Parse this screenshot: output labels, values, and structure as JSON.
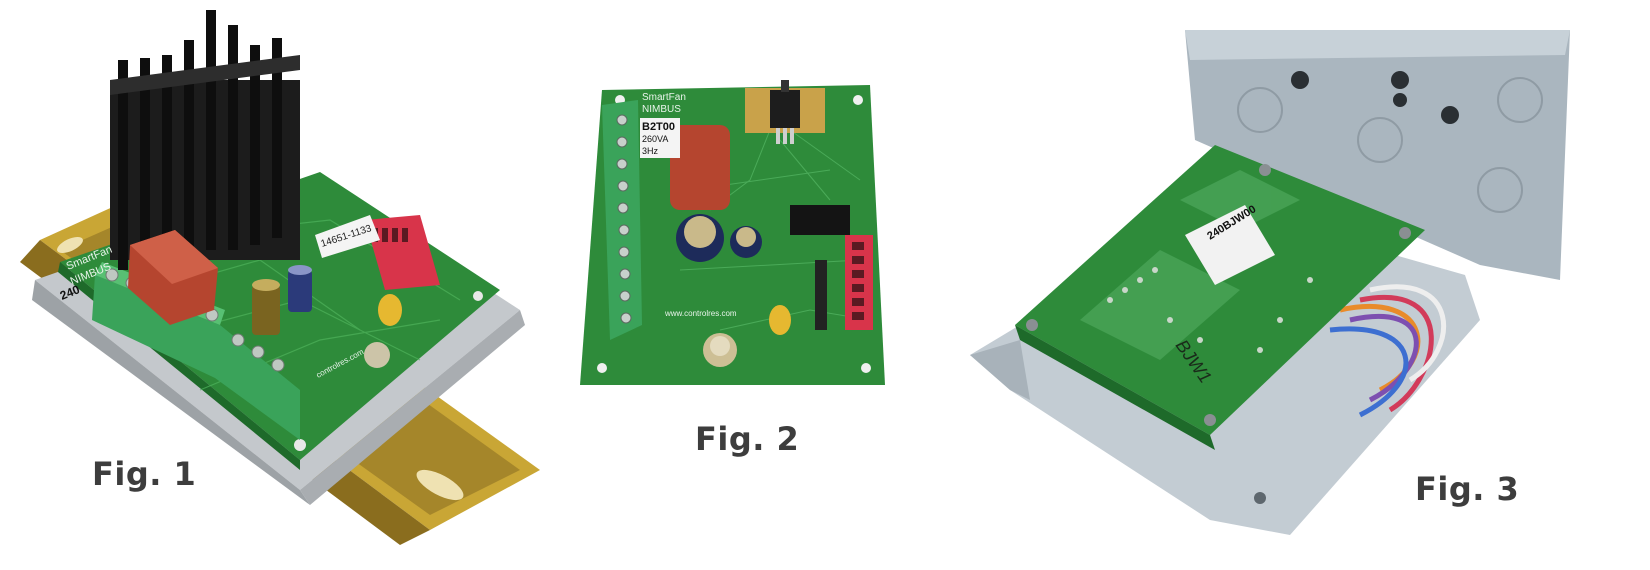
{
  "figures": [
    {
      "caption": "Fig. 1",
      "board": {
        "brand": "SmartFan",
        "model": "NIMBUS",
        "part": "240",
        "serial": "14651-1133",
        "website": "controlres.com"
      }
    },
    {
      "caption": "Fig. 2",
      "board": {
        "brand": "SmartFan",
        "model": "NIMBUS",
        "part": "B2T00",
        "rating": "260VA",
        "freq": "3Hz",
        "website": "www.controlres.com"
      }
    },
    {
      "caption": "Fig. 3",
      "board": {
        "part": "240BJW00",
        "handwriting": "BJW1"
      }
    }
  ],
  "colors": {
    "pcb_green": "#2e8b3a",
    "heatsink": "#1a1a1a",
    "terminal_block": "#3aa35a",
    "capacitor_red": "#b5452f",
    "dip_switch": "#d8344a",
    "steel": "#b8c4cc"
  }
}
